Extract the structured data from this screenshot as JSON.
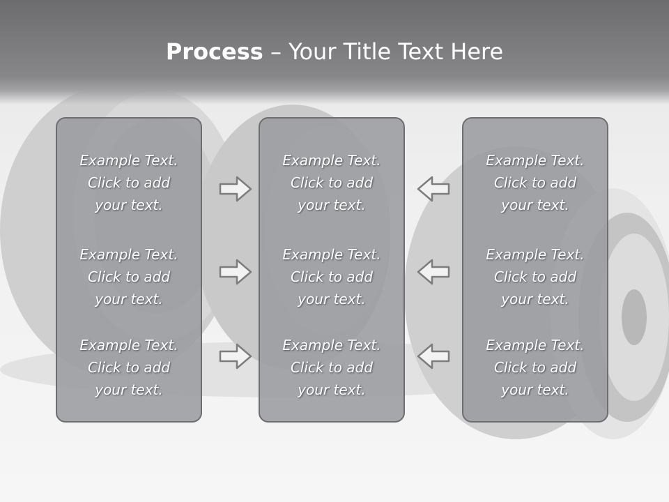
{
  "title": {
    "bold": "Process",
    "rest": " – Your Title Text Here"
  },
  "columns": [
    {
      "items": [
        {
          "lines": [
            "Example Text.",
            "Click  to add",
            "your text."
          ]
        },
        {
          "lines": [
            "Example Text.",
            "Click  to add",
            "your text."
          ]
        },
        {
          "lines": [
            "Example Text.",
            "Click  to add",
            "your text."
          ]
        }
      ]
    },
    {
      "items": [
        {
          "lines": [
            "Example Text.",
            "Click  to add",
            "your text."
          ]
        },
        {
          "lines": [
            "Example Text.",
            "Click  to add",
            "your text."
          ]
        },
        {
          "lines": [
            "Example Text.",
            "Click  to add",
            "your text."
          ]
        }
      ]
    },
    {
      "items": [
        {
          "lines": [
            "Example Text.",
            "Click  to add",
            "your text."
          ]
        },
        {
          "lines": [
            "Example Text.",
            "Click  to add",
            "your text."
          ]
        },
        {
          "lines": [
            "Example Text.",
            "Click  to add",
            "your text."
          ]
        }
      ]
    }
  ],
  "arrows": {
    "left_group": "arrow-right-icon",
    "right_group": "arrow-left-icon"
  },
  "colors": {
    "header": "#87878a",
    "box_fill": "#9b9ca0",
    "box_border": "#6e6e70",
    "text": "#ffffff"
  }
}
